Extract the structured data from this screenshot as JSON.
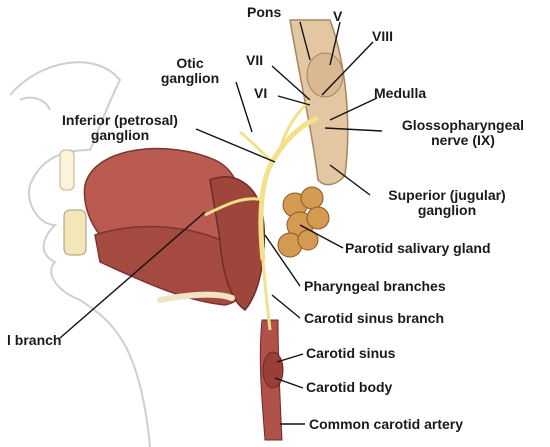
{
  "labels": {
    "pons": "Pons",
    "cn_v": "V",
    "cn_viii": "VIII",
    "cn_vii": "VII",
    "cn_vi": "VI",
    "medulla": "Medulla",
    "otic_ganglion_l1": "Otic",
    "otic_ganglion_l2": "ganglion",
    "inferior_ganglion_l1": "Inferior (petrosal)",
    "inferior_ganglion_l2": "ganglion",
    "glossopharyngeal_l1": "Glossopharyngeal",
    "glossopharyngeal_l2": "nerve (IX)",
    "superior_ganglion_l1": "Superior (jugular)",
    "superior_ganglion_l2": "ganglion",
    "parotid_gland": "Parotid salivary gland",
    "pharyngeal_branches": "Pharyngeal branches",
    "carotid_sinus_branch": "Carotid sinus branch",
    "lingual_branch": "l branch",
    "carotid_sinus": "Carotid sinus",
    "carotid_body": "Carotid body",
    "common_carotid": "Common carotid artery"
  },
  "colors": {
    "nerve": "#f2e08a",
    "muscle": "#b85a4e",
    "muscle_dark": "#8f3a33",
    "gland": "#d79a4e",
    "skin_outline": "#c9c9c9",
    "brainstem": "#e6c9a3",
    "artery": "#b0524a"
  }
}
